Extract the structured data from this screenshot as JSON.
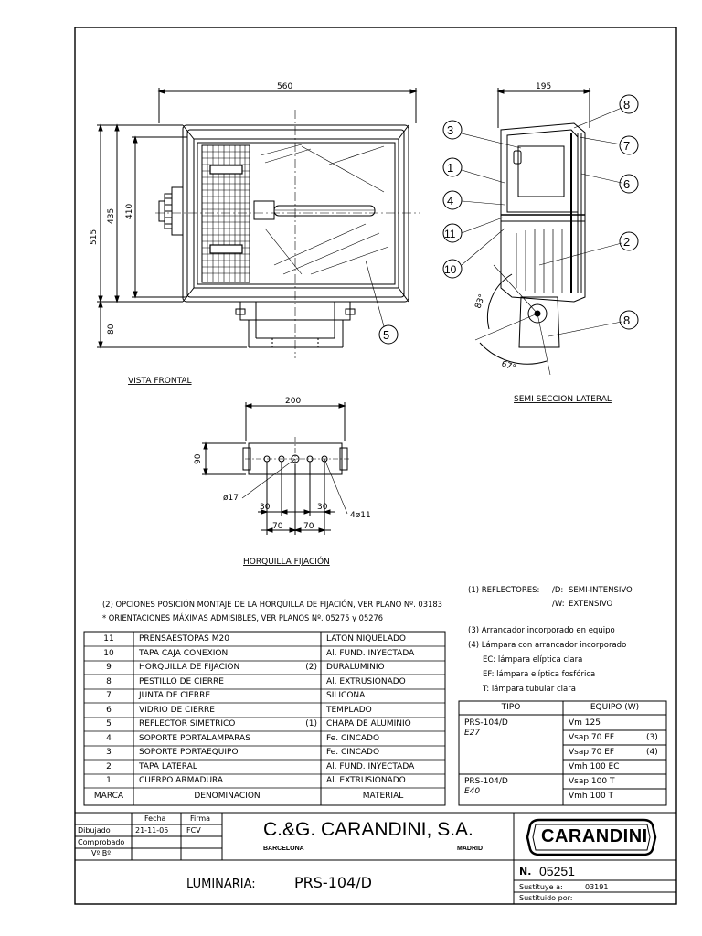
{
  "dims": {
    "w560": "560",
    "h515": "515",
    "h435": "435",
    "h410": "410",
    "h80": "80",
    "w195": "195",
    "w200": "200",
    "h90": "90",
    "d17": "ø17",
    "d30a": "30",
    "d30b": "30",
    "d70a": "70",
    "d70b": "70",
    "holes": "4ø11",
    "ang83": "83°",
    "ang67": "67°"
  },
  "callouts": [
    "1",
    "2",
    "3",
    "4",
    "5",
    "6",
    "7",
    "8",
    "8",
    "10",
    "11"
  ],
  "views": {
    "front": "VISTA FRONTAL",
    "side": "SEMI SECCION LATERAL",
    "fork": "HORQUILLA FIJACIÓN"
  },
  "notes": {
    "n2": "(2) OPCIONES POSICIÓN MONTAJE DE LA HORQUILLA DE FIJACIÓN, VER PLANO Nº. 03183",
    "nstar": "* ORIENTACIONES MÁXIMAS ADMISIBLES, VER PLANOS Nº. 05275 y 05276",
    "r_head": "(1) REFLECTORES:",
    "r_d_code": "/D:",
    "r_d": "SEMI-INTENSIVO",
    "r_w_code": "/W:",
    "r_w": "EXTENSIVO",
    "n3": "(3) Arrancador incorporado en equipo",
    "n4": "(4) Lámpara con arrancador incorporado",
    "ec": "EC: lámpara elíptica clara",
    "ef": "EF: lámpara elíptica fosfórica",
    "tt": "T: lámpara tubular clara"
  },
  "parts": [
    {
      "marca": "11",
      "denom": "PRENSAESTOPAS M20",
      "note": "",
      "material": "LATON NIQUELADO"
    },
    {
      "marca": "10",
      "denom": "TAPA CAJA CONEXION",
      "note": "",
      "material": "Al. FUND. INYECTADA"
    },
    {
      "marca": "9",
      "denom": "HORQUILLA DE FIJACION",
      "note": "(2)",
      "material": "DURALUMINIO"
    },
    {
      "marca": "8",
      "denom": "PESTILLO DE CIERRE",
      "note": "",
      "material": "Al. EXTRUSIONADO"
    },
    {
      "marca": "7",
      "denom": "JUNTA DE CIERRE",
      "note": "",
      "material": "SILICONA"
    },
    {
      "marca": "6",
      "denom": "VIDRIO DE CIERRE",
      "note": "",
      "material": "TEMPLADO"
    },
    {
      "marca": "5",
      "denom": "REFLECTOR SIMETRICO",
      "note": "(1)",
      "material": "CHAPA DE ALUMINIO"
    },
    {
      "marca": "4",
      "denom": "SOPORTE PORTALAMPARAS",
      "note": "",
      "material": "Fe. CINCADO"
    },
    {
      "marca": "3",
      "denom": "SOPORTE PORTAEQUIPO",
      "note": "",
      "material": "Fe. CINCADO"
    },
    {
      "marca": "2",
      "denom": "TAPA LATERAL",
      "note": "",
      "material": "Al. FUND. INYECTADA"
    },
    {
      "marca": "1",
      "denom": "CUERPO ARMADURA",
      "note": "",
      "material": "Al. EXTRUSIONADO"
    }
  ],
  "parts_header": {
    "marca": "MARCA",
    "denom": "DENOMINACION",
    "material": "MATERIAL"
  },
  "tipo_header": {
    "tipo": "TIPO",
    "equipo": "EQUIPO (W)"
  },
  "tipo_rows": [
    {
      "tipo1": "PRS-104/D",
      "tipo2": "E27",
      "equipos": [
        {
          "e": "Vm 125",
          "n": ""
        },
        {
          "e": "Vsap 70 EF",
          "n": "(3)"
        },
        {
          "e": "Vsap 70 EF",
          "n": "(4)"
        },
        {
          "e": "Vmh 100 EC",
          "n": ""
        }
      ]
    },
    {
      "tipo1": "PRS-104/D",
      "tipo2": "E40",
      "equipos": [
        {
          "e": "Vsap 100 T",
          "n": ""
        },
        {
          "e": "Vmh 100 T",
          "n": ""
        }
      ]
    }
  ],
  "title_block": {
    "fecha": "Fecha",
    "firma": "Firma",
    "dibujado": "Dibujado",
    "dib_fecha": "21-11-05",
    "dib_firma": "FCV",
    "comprobado": "Comprobado",
    "vb": "Vº Bº",
    "company": "C.&G. CARANDINI, S.A.",
    "city1": "BARCELONA",
    "city2": "MADRID",
    "logo": "CARANDINI",
    "luminaria_label": "LUMINARIA:",
    "luminaria_value": "PRS-104/D",
    "n_label": "N.",
    "n_value": "05251",
    "sust_label": "Sustituye a:",
    "sust_value": "03191",
    "sustdo_label": "Sustituido por:"
  }
}
